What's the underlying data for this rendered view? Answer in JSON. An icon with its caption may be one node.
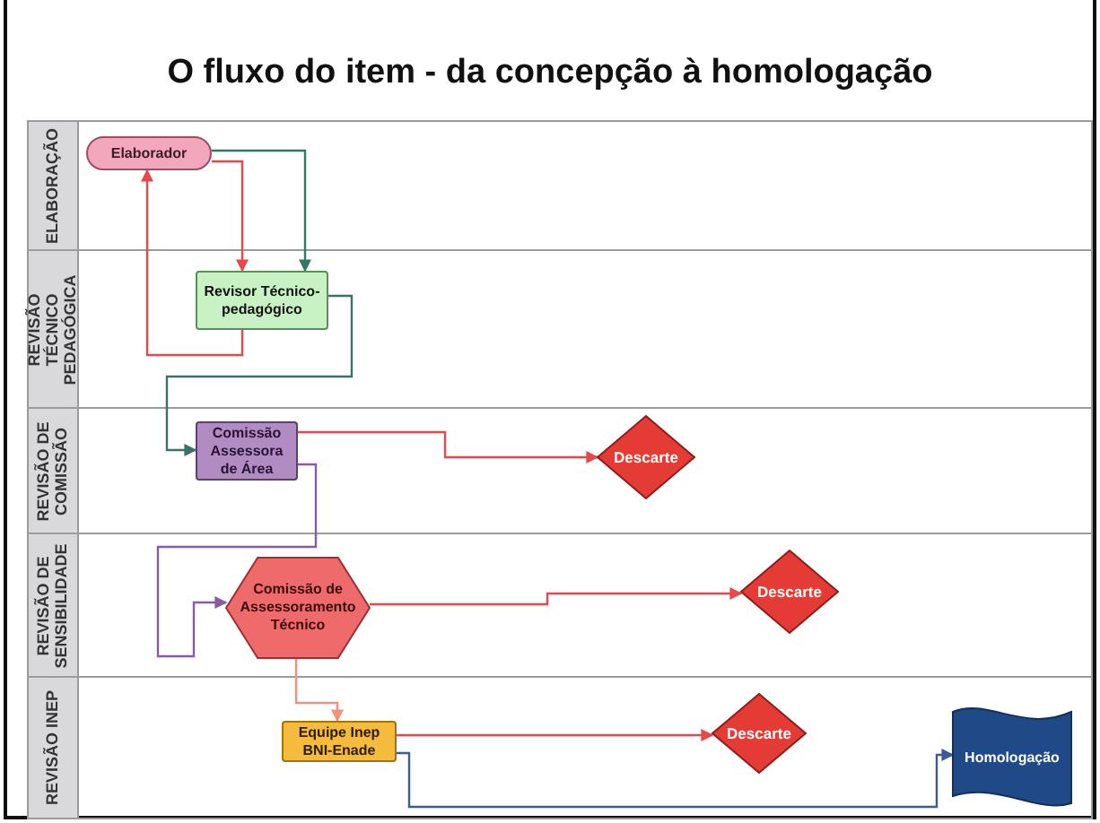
{
  "diagram": {
    "title": "O fluxo do item - da concepção à homologação",
    "nodes": [
      {
        "text": [
          "ELABORAÇÃO"
        ]
      },
      {
        "text": [
          "Elaborador"
        ],
        "in": 0
      },
      {
        "text": [
          "REVISÃO TÉCNICO PEDAGÓGICA"
        ]
      },
      {
        "text": [
          "Revisor Técnico-pedagógico"
        ],
        "in": 2
      },
      {
        "text": [
          "REVISÃO DE COMISSÃO"
        ]
      },
      {
        "text": [
          "Comissão Assessora de Área"
        ],
        "in": 4
      },
      {
        "text": [
          "Descarte"
        ],
        "in": 4
      },
      {
        "text": [
          "REVISÃO DE SENSIBILIDADE"
        ]
      },
      {
        "text": [
          "Comissão de Assessoramento Técnico"
        ],
        "in": 7
      },
      {
        "text": [
          "Descarte"
        ],
        "in": 7
      },
      {
        "text": [
          "REVISÃO INEP"
        ]
      },
      {
        "text": [
          "Equipe Inep BNI-Enade"
        ],
        "in": 10
      },
      {
        "text": [
          "Descarte"
        ],
        "in": 10
      },
      {
        "text": [
          "Homologação"
        ],
        "in": 10
      }
    ],
    "edges": [
      {
        "from": 1,
        "to": 3,
        "arrow": "to"
      },
      {
        "from": 1,
        "to": 3,
        "arrow": "to",
        "color": "#2f7a66"
      },
      {
        "from": 3,
        "to": 1,
        "arrow": "to"
      },
      {
        "from": 3,
        "to": 5,
        "arrow": "to",
        "color": "#3d7068"
      },
      {
        "from": 5,
        "to": 6,
        "arrow": "to"
      },
      {
        "from": 5,
        "to": 8,
        "arrow": "to",
        "color": "#8a5aa6"
      },
      {
        "from": 8,
        "to": 9,
        "arrow": "to"
      },
      {
        "from": 8,
        "to": 11,
        "arrow": "to",
        "color": "#f0937a"
      },
      {
        "from": 11,
        "to": 12,
        "arrow": "to"
      },
      {
        "from": 11,
        "to": 13,
        "arrow": "to",
        "color": "#3c5a9a"
      }
    ]
  }
}
